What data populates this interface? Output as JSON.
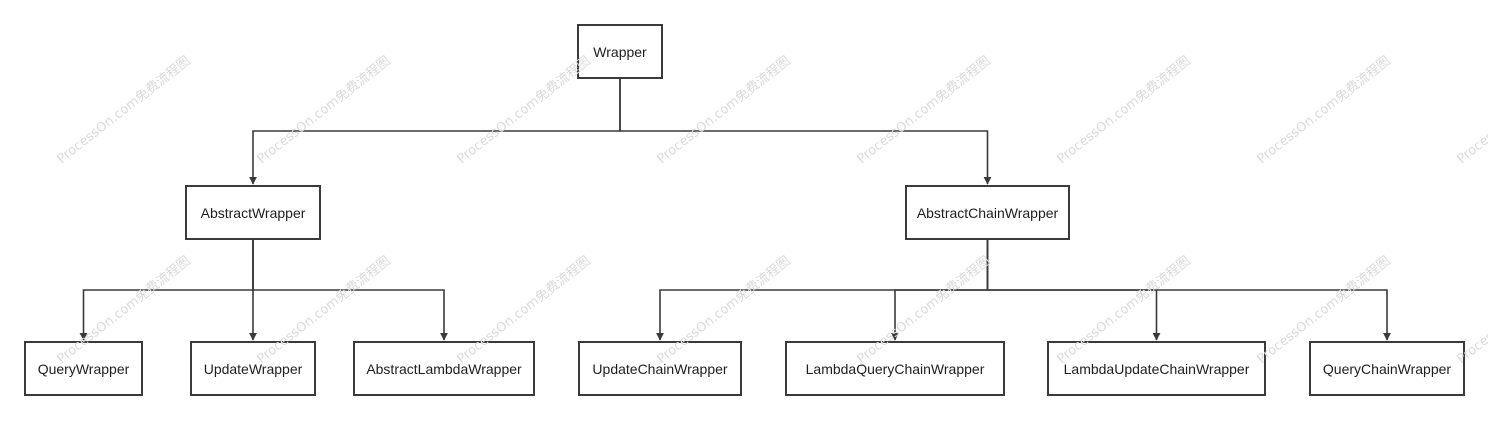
{
  "diagram": {
    "line_color": "#3a3a3a",
    "nodes": [
      {
        "id": "wrapper",
        "label": "Wrapper"
      },
      {
        "id": "abstract-wrapper",
        "label": "AbstractWrapper"
      },
      {
        "id": "abstract-chain-wrapper",
        "label": "AbstractChainWrapper"
      },
      {
        "id": "query-wrapper",
        "label": "QueryWrapper"
      },
      {
        "id": "update-wrapper",
        "label": "UpdateWrapper"
      },
      {
        "id": "abstract-lambda-wrapper",
        "label": "AbstractLambdaWrapper"
      },
      {
        "id": "update-chain-wrapper",
        "label": "UpdateChainWrapper"
      },
      {
        "id": "lambda-query-chain-wrapper",
        "label": "LambdaQueryChainWrapper"
      },
      {
        "id": "lambda-update-chain-wrapper",
        "label": "LambdaUpdateChainWrapper"
      },
      {
        "id": "query-chain-wrapper",
        "label": "QueryChainWrapper"
      }
    ],
    "edges": [
      {
        "from": "wrapper",
        "to": "abstract-wrapper"
      },
      {
        "from": "wrapper",
        "to": "abstract-chain-wrapper"
      },
      {
        "from": "abstract-wrapper",
        "to": "query-wrapper"
      },
      {
        "from": "abstract-wrapper",
        "to": "update-wrapper"
      },
      {
        "from": "abstract-wrapper",
        "to": "abstract-lambda-wrapper"
      },
      {
        "from": "abstract-chain-wrapper",
        "to": "update-chain-wrapper"
      },
      {
        "from": "abstract-chain-wrapper",
        "to": "lambda-query-chain-wrapper"
      },
      {
        "from": "abstract-chain-wrapper",
        "to": "lambda-update-chain-wrapper"
      },
      {
        "from": "abstract-chain-wrapper",
        "to": "query-chain-wrapper"
      }
    ]
  },
  "watermark": {
    "text": "ProcessOn.com免费流程图",
    "color": "#dadada"
  }
}
